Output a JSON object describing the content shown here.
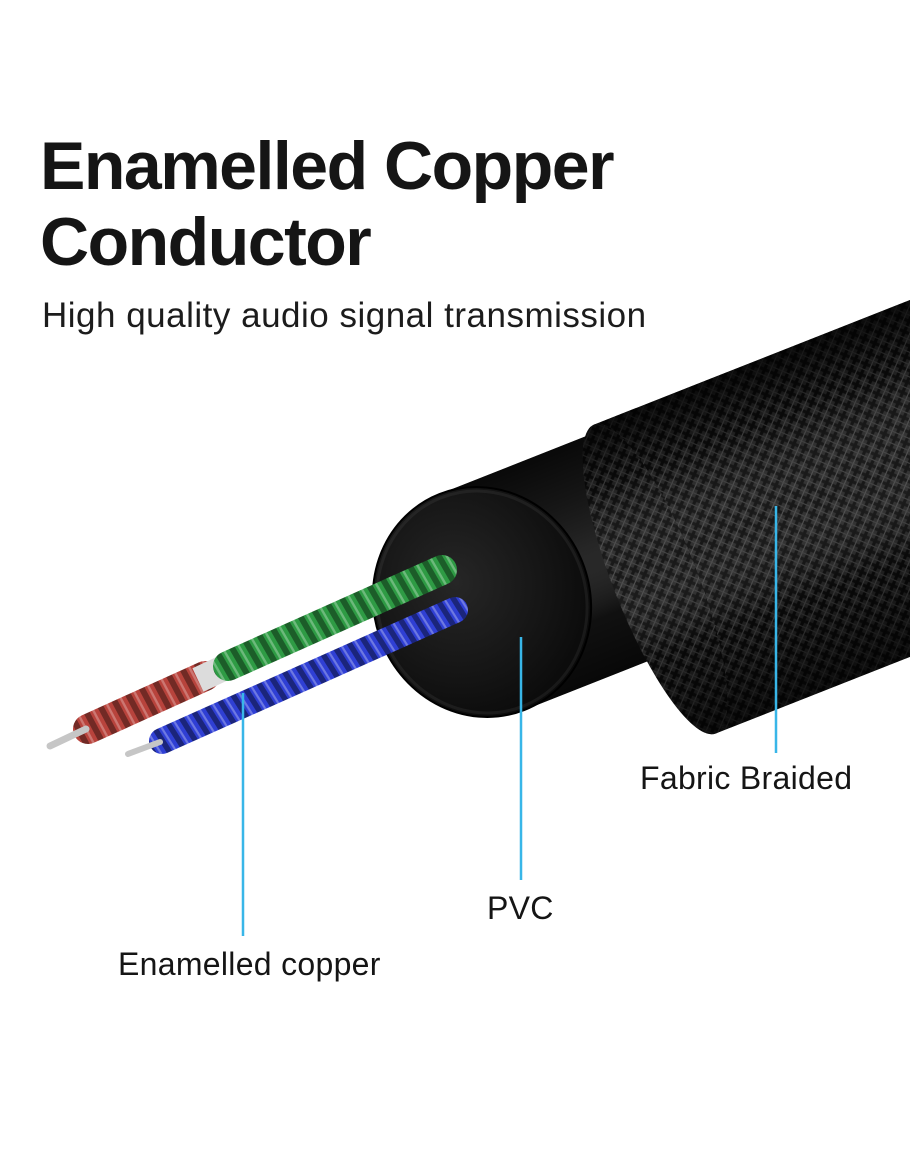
{
  "header": {
    "title_line1": "Enamelled Copper",
    "title_line2": "Conductor",
    "subtitle": "High quality audio signal transmission"
  },
  "callouts": {
    "fabric_braided": "Fabric Braided",
    "pvc": "PVC",
    "enamelled_copper": "Enamelled copper"
  },
  "colors": {
    "accent_callout": "#38b6e8",
    "wire_red": "#b8433c",
    "wire_green": "#2e9b44",
    "wire_blue": "#2f3fd4",
    "bare_copper_tip": "#c6c6c6",
    "white_band": "#dcdcdc",
    "cable_jacket": "#161616",
    "text": "#111111"
  }
}
